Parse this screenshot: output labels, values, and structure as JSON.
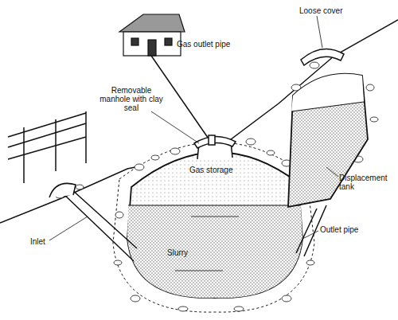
{
  "diagram": {
    "labels": [
      "Gas outlet pipe",
      "Loose cover",
      "Removable manhole with clay seal",
      "Gas storage",
      "Displacement tank",
      "Inlet",
      "Slurry",
      "Outlet pipe"
    ]
  }
}
